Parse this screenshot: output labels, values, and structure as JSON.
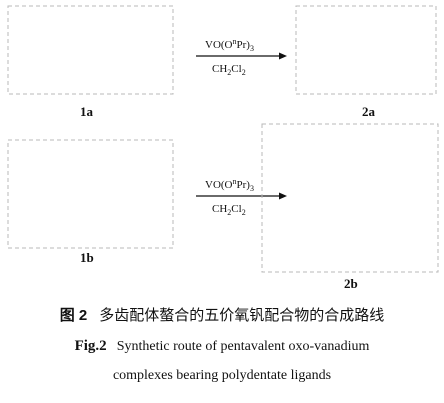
{
  "scheme": {
    "row1": {
      "reactant_label": "1a",
      "product_label": "2a",
      "condition_top": "VO(O",
      "condition_top_sup": "n",
      "condition_top_tail": "Pr)",
      "condition_top_sub": "3",
      "condition_bottom": "CH",
      "condition_bottom_sub1": "2",
      "condition_bottom_mid": "Cl",
      "condition_bottom_sub2": "2"
    },
    "row2": {
      "reactant_label": "1b",
      "product_label": "2b",
      "condition_top": "VO(O",
      "condition_top_sup": "n",
      "condition_top_tail": "Pr)",
      "condition_top_sub": "3",
      "condition_bottom": "CH",
      "condition_bottom_sub1": "2",
      "condition_bottom_mid": "Cl",
      "condition_bottom_sub2": "2"
    }
  },
  "caption": {
    "cn_num": "图 2",
    "cn_text": "多齿配体螯合的五价氧钒配合物的合成路线",
    "en_num": "Fig.2",
    "en_line1": "Synthetic route of pentavalent oxo-vanadium",
    "en_line2": "complexes bearing polydentate ligands"
  }
}
